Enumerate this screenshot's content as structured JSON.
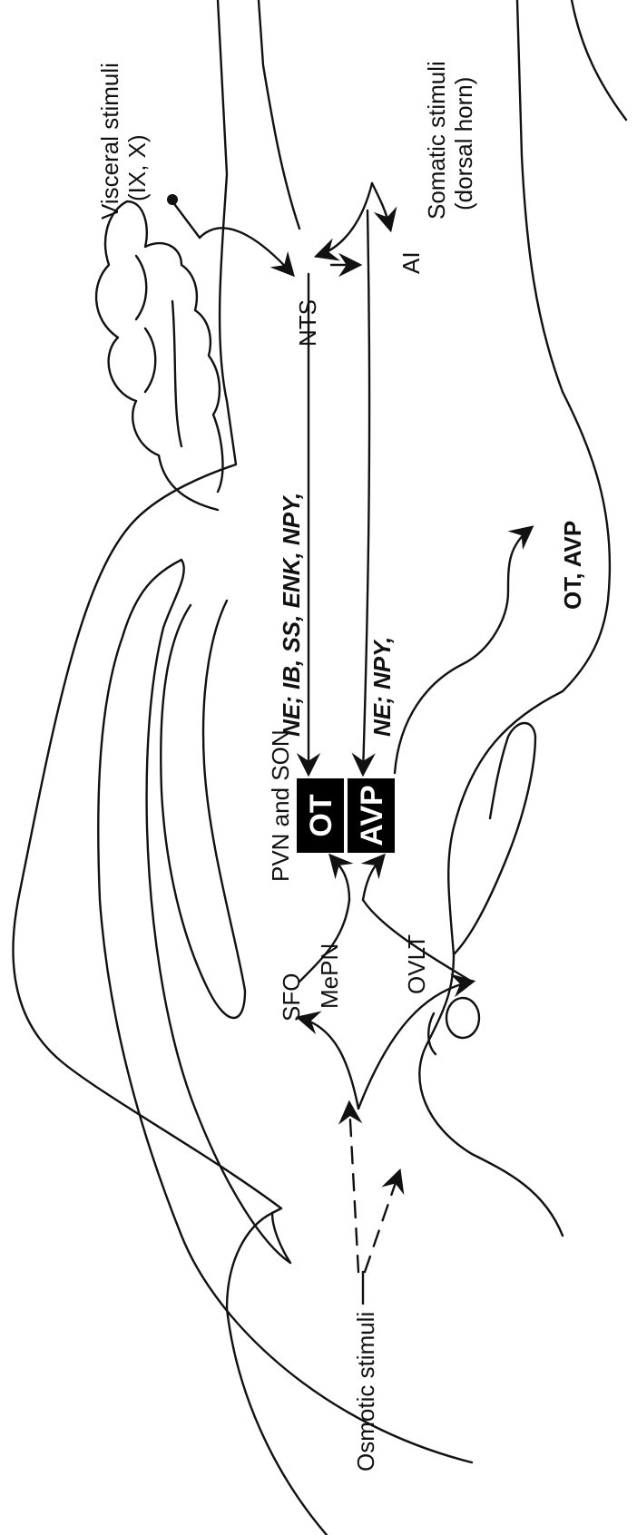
{
  "labels": {
    "osmotic": "Osmotic stimuli",
    "sfo": "SFO",
    "mepn": "MePN",
    "ovlt": "OVLT",
    "pvn_son": "PVN and SON",
    "box_ot": "OT",
    "box_avp": "AVP",
    "path_upper": "NE; IB, SS, ENK, NPY,",
    "path_lower": "NE; NPY,",
    "nts": "NTS",
    "ai": "AI",
    "visceral_line1": "Visceral stimuli",
    "visceral_line2": "(IX, X)",
    "somatic_line1": "Somatic stimuli",
    "somatic_line2": "(dorsal horn)",
    "output": "OT, AVP"
  },
  "colors": {
    "ink": "#111111",
    "box_fill": "#000000",
    "box_text": "#ffffff",
    "background": "#ffffff"
  }
}
